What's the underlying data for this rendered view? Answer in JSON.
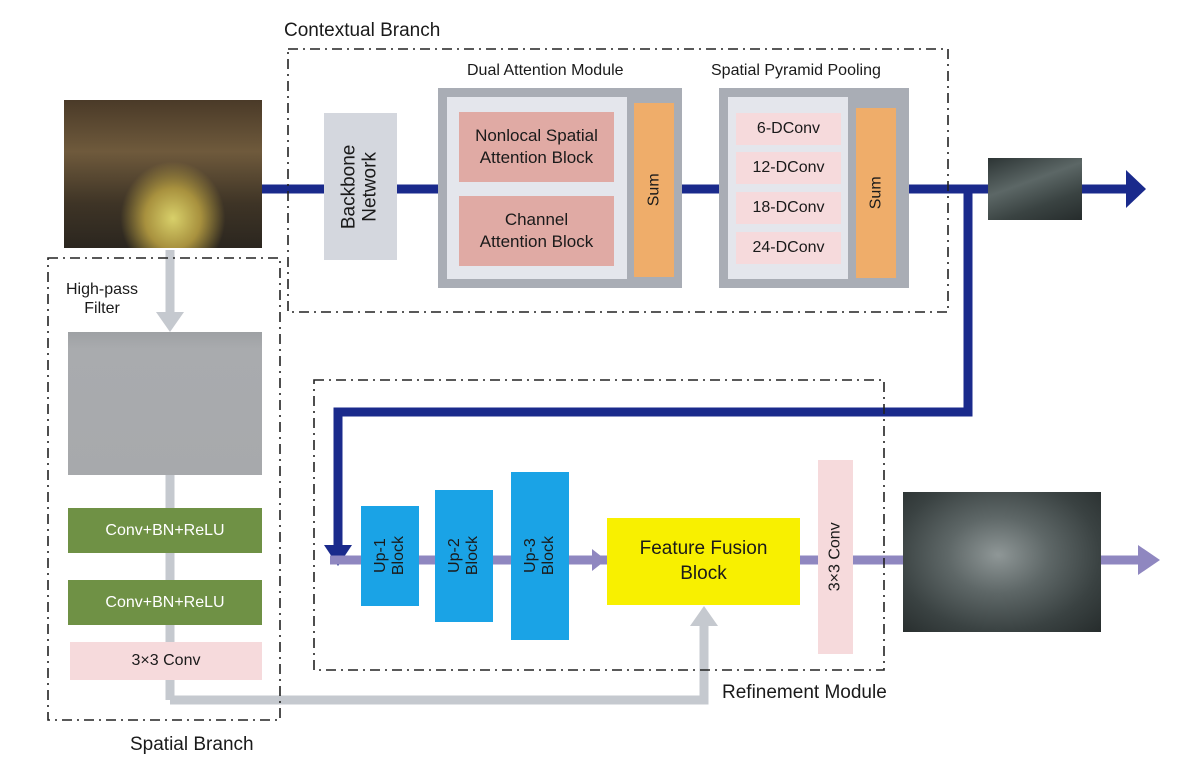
{
  "labels": {
    "contextual_branch": "Contextual Branch",
    "spatial_branch": "Spatial Branch",
    "refinement_module": "Refinement Module",
    "dual_attention_module": "Dual Attention Module",
    "spatial_pyramid_pooling": "Spatial Pyramid Pooling",
    "high_pass_filter": "High-pass\nFilter"
  },
  "blocks": {
    "backbone": "Backbone\nNetwork",
    "nonlocal_spatial": "Nonlocal Spatial\nAttention Block",
    "channel_attention": "Channel\nAttention Block",
    "sum_attention": "Sum",
    "dconv": [
      "6-DConv",
      "12-DConv",
      "18-DConv",
      "24-DConv"
    ],
    "sum_pyramid": "Sum",
    "conv_bn_relu_1": "Conv+BN+ReLU",
    "conv_bn_relu_2": "Conv+BN+ReLU",
    "conv3x3_spatial": "3×3 Conv",
    "up1": "Up-1\nBlock",
    "up2": "Up-2\nBlock",
    "up3": "Up-3\nBlock",
    "feature_fusion": "Feature Fusion\nBlock",
    "conv3x3_refine": "3×3 Conv"
  },
  "colors": {
    "navy_arrow": "#1a2a8c",
    "purple_arrow": "#8f87c0",
    "gray_arrow": "#c5c9cf"
  }
}
